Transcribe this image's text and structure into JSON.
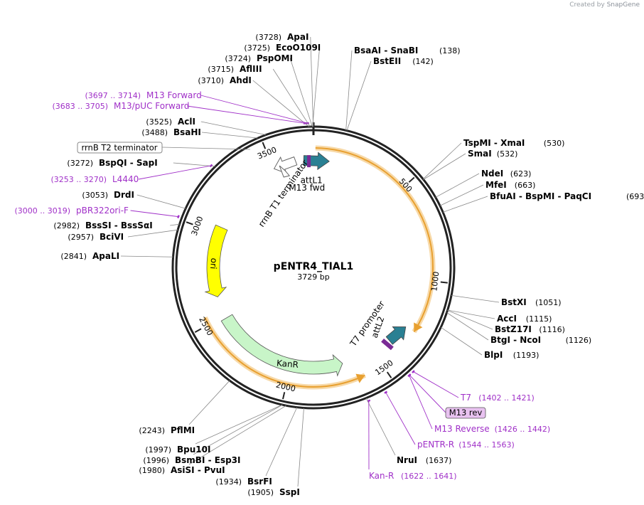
{
  "credit": {
    "prefix": "Created by",
    "brand": "SnapGene"
  },
  "plasmid": {
    "name": "pENTR4_TIAL1",
    "size": "3729 bp",
    "length": 3729
  },
  "ticks": [
    "500",
    "1000",
    "1500",
    "2000",
    "2500",
    "3000",
    "3500"
  ],
  "features": [
    {
      "id": "attL1",
      "label": "attL1",
      "start": 3718,
      "end": 3729,
      "kind": "arrow",
      "color": "#2a8093"
    },
    {
      "id": "m13fwd",
      "label": "M13 fwd",
      "start": 3697,
      "end": 3714,
      "kind": "bar",
      "color": "#7a2a95"
    },
    {
      "id": "rrnbt1",
      "label": "rrnB T1 terminator",
      "start": 3555,
      "end": 3610,
      "kind": "outline"
    },
    {
      "id": "rrnbt2",
      "label": "rrnB T2 terminator",
      "start": 3500,
      "end": 3520,
      "kind": "outline"
    },
    {
      "id": "attL2",
      "label": "attL2",
      "start": 1290,
      "end": 1395,
      "kind": "arrow",
      "color": "#2a8093"
    },
    {
      "id": "t7prom",
      "label": "T7 promoter",
      "start": 1400,
      "end": 1419,
      "kind": "bar",
      "color": "#7a2a95"
    },
    {
      "id": "kanr",
      "label": "KanR",
      "start": 1690,
      "end": 2485,
      "kind": "arrow",
      "color": "#c8f5c8"
    },
    {
      "id": "ori",
      "label": "ori",
      "start": 2620,
      "end": 3040,
      "kind": "arrow",
      "color": "#ffff00"
    }
  ],
  "orfs": [
    {
      "id": "orf1",
      "start": 10,
      "end": 1270
    },
    {
      "id": "orf2",
      "start": 1600,
      "end": 2540
    }
  ],
  "enzymes_right": [
    {
      "label": "BsaAI  -  SnaBI",
      "pos": "(138)",
      "site": 138
    },
    {
      "label": "BstEII",
      "pos": "(142)",
      "site": 142
    },
    {
      "label": "TspMI  -  XmaI",
      "pos": "(530)",
      "site": 530
    },
    {
      "label": "SmaI",
      "pos": "(532)",
      "site": 532
    },
    {
      "label": "NdeI",
      "pos": "(623)",
      "site": 623
    },
    {
      "label": "MfeI",
      "pos": "(663)",
      "site": 663
    },
    {
      "label": "BfuAI  -  BspMI  -  PaqCI",
      "pos": "(693)",
      "site": 693
    },
    {
      "label": "BstXI",
      "pos": "(1051)",
      "site": 1051
    },
    {
      "label": "AccI",
      "pos": "(1115)",
      "site": 1115
    },
    {
      "label": "BstZ17I",
      "pos": "(1116)",
      "site": 1116
    },
    {
      "label": "BtgI  -  NcoI",
      "pos": "(1126)",
      "site": 1126
    },
    {
      "label": "BlpI",
      "pos": "(1193)",
      "site": 1193
    },
    {
      "label": "NruI",
      "pos": "(1637)",
      "site": 1637
    }
  ],
  "enzymes_left": [
    {
      "label": "ApaI",
      "pos": "(3728)",
      "site": 3728
    },
    {
      "label": "EcoO109I",
      "pos": "(3725)",
      "site": 3725
    },
    {
      "label": "PspOMI",
      "pos": "(3724)",
      "site": 3724
    },
    {
      "label": "AflIII",
      "pos": "(3715)",
      "site": 3715
    },
    {
      "label": "AhdI",
      "pos": "(3710)",
      "site": 3710
    },
    {
      "label": "AclI",
      "pos": "(3525)",
      "site": 3525
    },
    {
      "label": "BsaHI",
      "pos": "(3488)",
      "site": 3488
    },
    {
      "label": "BspQI  -  SapI",
      "pos": "(3272)",
      "site": 3272
    },
    {
      "label": "DrdI",
      "pos": "(3053)",
      "site": 3053
    },
    {
      "label": "BssSI  -  BssSαI",
      "pos": "(2982)",
      "site": 2982
    },
    {
      "label": "BciVI",
      "pos": "(2957)",
      "site": 2957
    },
    {
      "label": "ApaLI",
      "pos": "(2841)",
      "site": 2841
    },
    {
      "label": "PflMI",
      "pos": "(2243)",
      "site": 2243
    },
    {
      "label": "Bpu10I",
      "pos": "(1997)",
      "site": 1997
    },
    {
      "label": "BsmBI  -  Esp3I",
      "pos": "(1996)",
      "site": 1996
    },
    {
      "label": "AsiSI  -  PvuI",
      "pos": "(1980)",
      "site": 1980
    },
    {
      "label": "BsrFI",
      "pos": "(1934)",
      "site": 1934
    },
    {
      "label": "SspI",
      "pos": "(1905)",
      "site": 1905
    }
  ],
  "primers": [
    {
      "label": "M13 Forward",
      "pos": "(3697 .. 3714)",
      "site": 3705,
      "side": "left"
    },
    {
      "label": "M13/pUC Forward",
      "pos": "(3683 .. 3705)",
      "site": 3694,
      "side": "left"
    },
    {
      "label": "L4440",
      "pos": "(3253 .. 3270)",
      "site": 3261,
      "side": "left"
    },
    {
      "label": "pBR322ori-F",
      "pos": "(3000 .. 3019)",
      "site": 3010,
      "side": "left"
    },
    {
      "label": "T7",
      "pos": "(1402 .. 1421)",
      "site": 1411,
      "side": "right"
    },
    {
      "label": "M13 rev",
      "pos": "",
      "site": 1432,
      "side": "right",
      "boxed": true
    },
    {
      "label": "M13 Reverse",
      "pos": "(1426 .. 1442)",
      "site": 1434,
      "side": "right"
    },
    {
      "label": "pENTR-R",
      "pos": "(1544 .. 1563)",
      "site": 1553,
      "side": "right"
    },
    {
      "label": "Kan-R",
      "pos": "(1622 .. 1641)",
      "site": 1631,
      "side": "right"
    }
  ],
  "colors": {
    "primer": "#a030c8",
    "backbone": "#222222",
    "orf": "#e8a030",
    "leader": "#888888"
  }
}
